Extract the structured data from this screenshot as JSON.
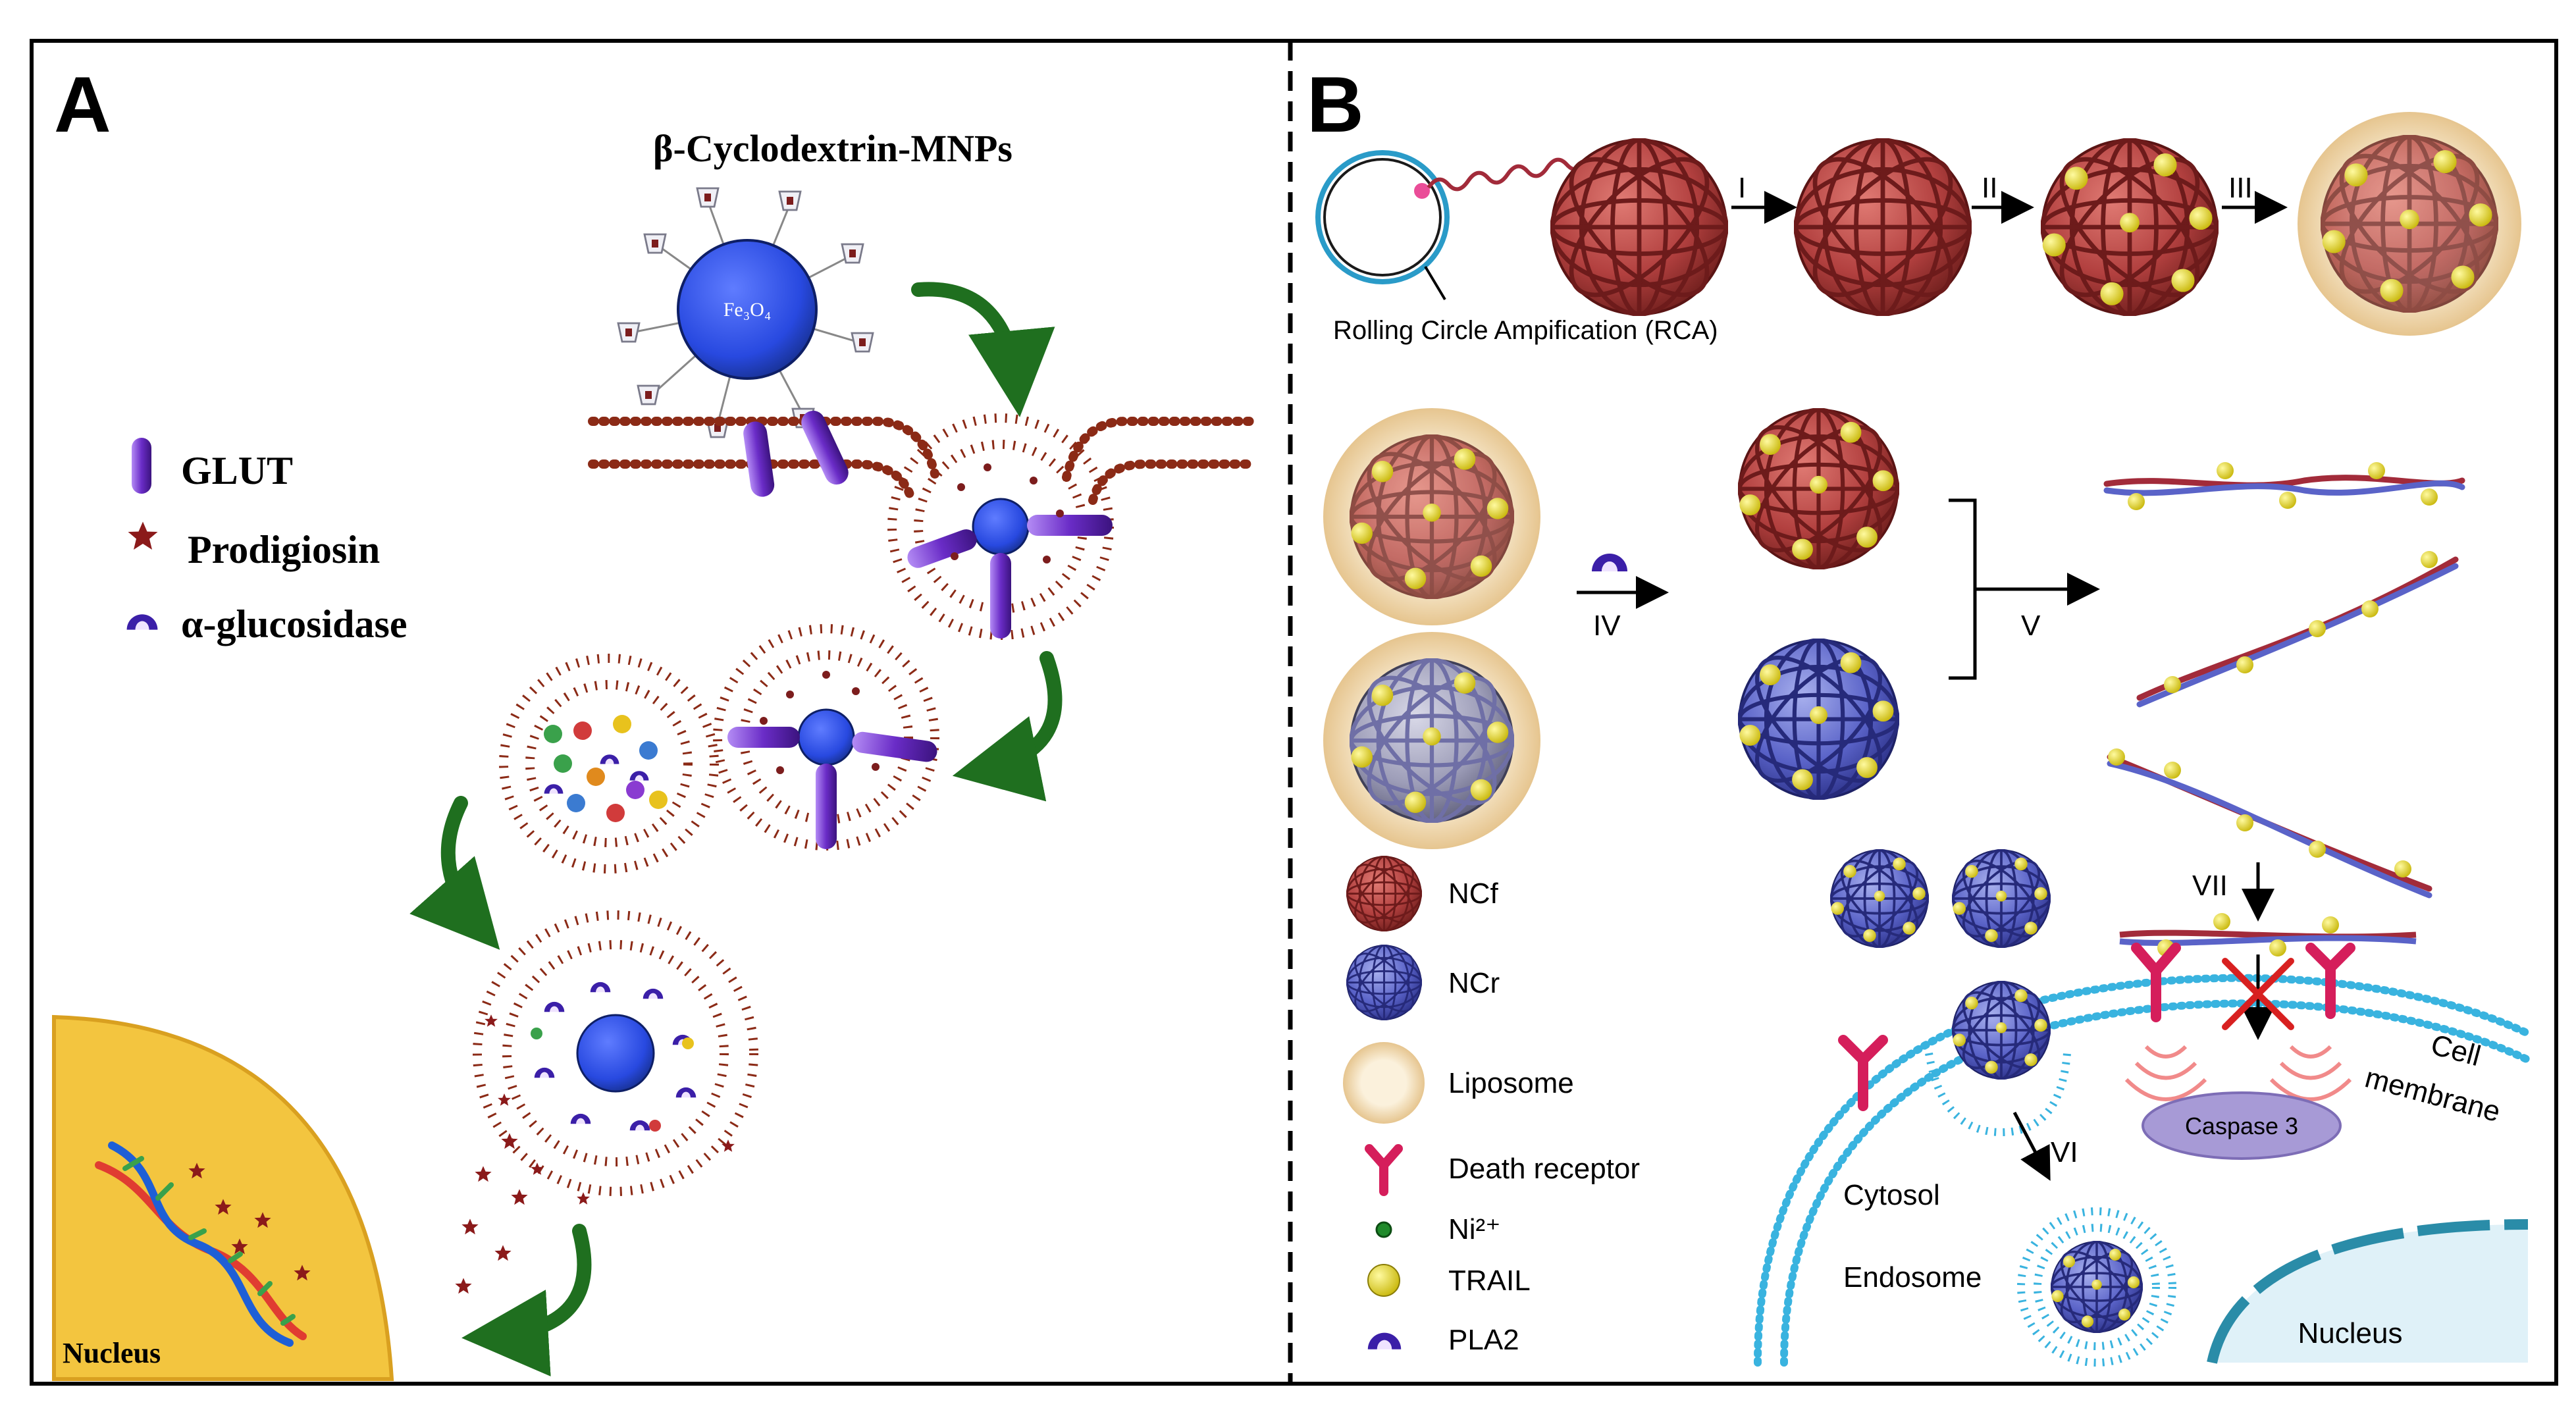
{
  "panel_a": {
    "letter": "A",
    "mnp_title": "β-Cyclodextrin-MNPs",
    "core_label": "Fe₃O₄",
    "legend": [
      {
        "label": "GLUT",
        "icon": "glut-transporter-icon"
      },
      {
        "label": "Prodigiosin",
        "icon": "star-icon"
      },
      {
        "label": "α-glucosidase",
        "icon": "enzyme-icon"
      }
    ],
    "nucleus_label": "Nucleus"
  },
  "panel_b": {
    "letter": "B",
    "rca_label": "Rolling Circle Ampification (RCA)",
    "steps": [
      "I",
      "II",
      "III",
      "IV",
      "V",
      "VI",
      "VII"
    ],
    "legend": [
      {
        "label": "NCf"
      },
      {
        "label": "NCr"
      },
      {
        "label": "Liposome"
      },
      {
        "label": "Death receptor"
      },
      {
        "label": "Ni²⁺"
      },
      {
        "label": "TRAIL"
      },
      {
        "label": "PLA2"
      }
    ],
    "caspase_label": "Caspase 3",
    "cell_membrane_line1": "Cell",
    "cell_membrane_line2": "membrane",
    "cytosol_label": "Cytosol",
    "endosome_label": "Endosome",
    "nucleus_label": "Nucleus"
  },
  "colors": {
    "glut": "#6a2cc7",
    "star": "#8b1a1a",
    "membrane_bead": "#8b2a16",
    "mnp_core": "#2849e0",
    "arrow_green": "#1f6f1f",
    "nucleus_a": "#f3c53f",
    "nanoclew_red": "#b2403f",
    "nanoclew_blue": "#5a63c8",
    "liposome": "#f3dcae",
    "trail": "#f1e43a",
    "receptor": "#d51e5b",
    "pla2": "#ea4d98",
    "cell_membrane": "#39b3df",
    "caspase": "#a79ad6",
    "nucleus_b": "#dff1f8"
  }
}
